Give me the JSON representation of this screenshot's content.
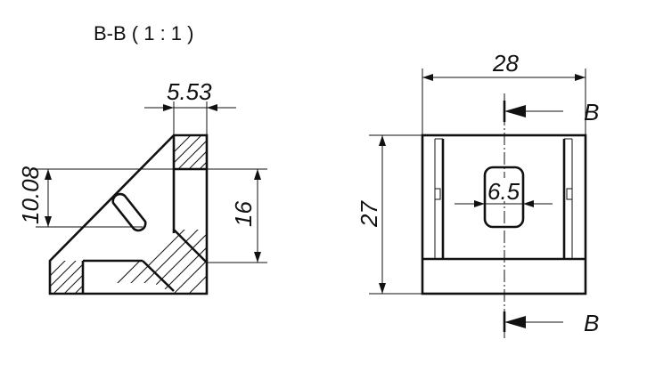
{
  "drawing": {
    "section_title": "B-B ( 1 : 1 )",
    "section_view": {
      "dim_width_top": "5.53",
      "dim_slot_height": "10.08",
      "dim_right_height": "16"
    },
    "front_view": {
      "dim_overall_width": "28",
      "dim_overall_height": "27",
      "dim_slot": "6.5",
      "section_marker_top": "B",
      "section_marker_bottom": "B"
    }
  }
}
